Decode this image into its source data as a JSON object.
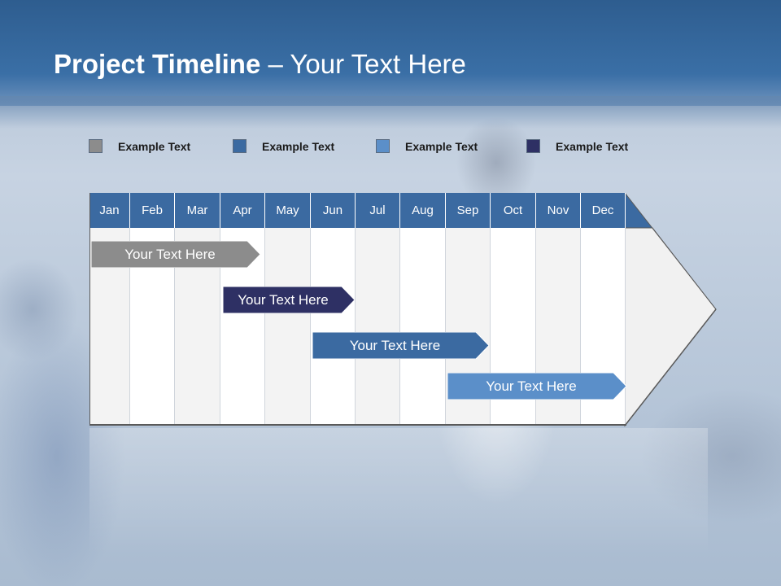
{
  "slide": {
    "title_bold": "Project Timeline",
    "title_rest": " – Your Text Here"
  },
  "legend": [
    {
      "label": "Example Text",
      "color": "#8c8c8c"
    },
    {
      "label": "Example Text",
      "color": "#3b6aa1"
    },
    {
      "label": "Example Text",
      "color": "#5b8fc9"
    },
    {
      "label": "Example Text",
      "color": "#2e3064"
    }
  ],
  "timeline": {
    "months": [
      "Jan",
      "Feb",
      "Mar",
      "Apr",
      "May",
      "Jun",
      "Jul",
      "Aug",
      "Sep",
      "Oct",
      "Nov",
      "Dec"
    ],
    "header_color": "#3b6aa1",
    "tasks": [
      {
        "label": "Your  Text Here",
        "color": "#8c8c8c"
      },
      {
        "label": "Your  Text Here",
        "color": "#2e3064"
      },
      {
        "label": "Your  Text Here",
        "color": "#3b6aa1"
      },
      {
        "label": "Your  Text Here",
        "color": "#5b8fc9"
      }
    ]
  }
}
